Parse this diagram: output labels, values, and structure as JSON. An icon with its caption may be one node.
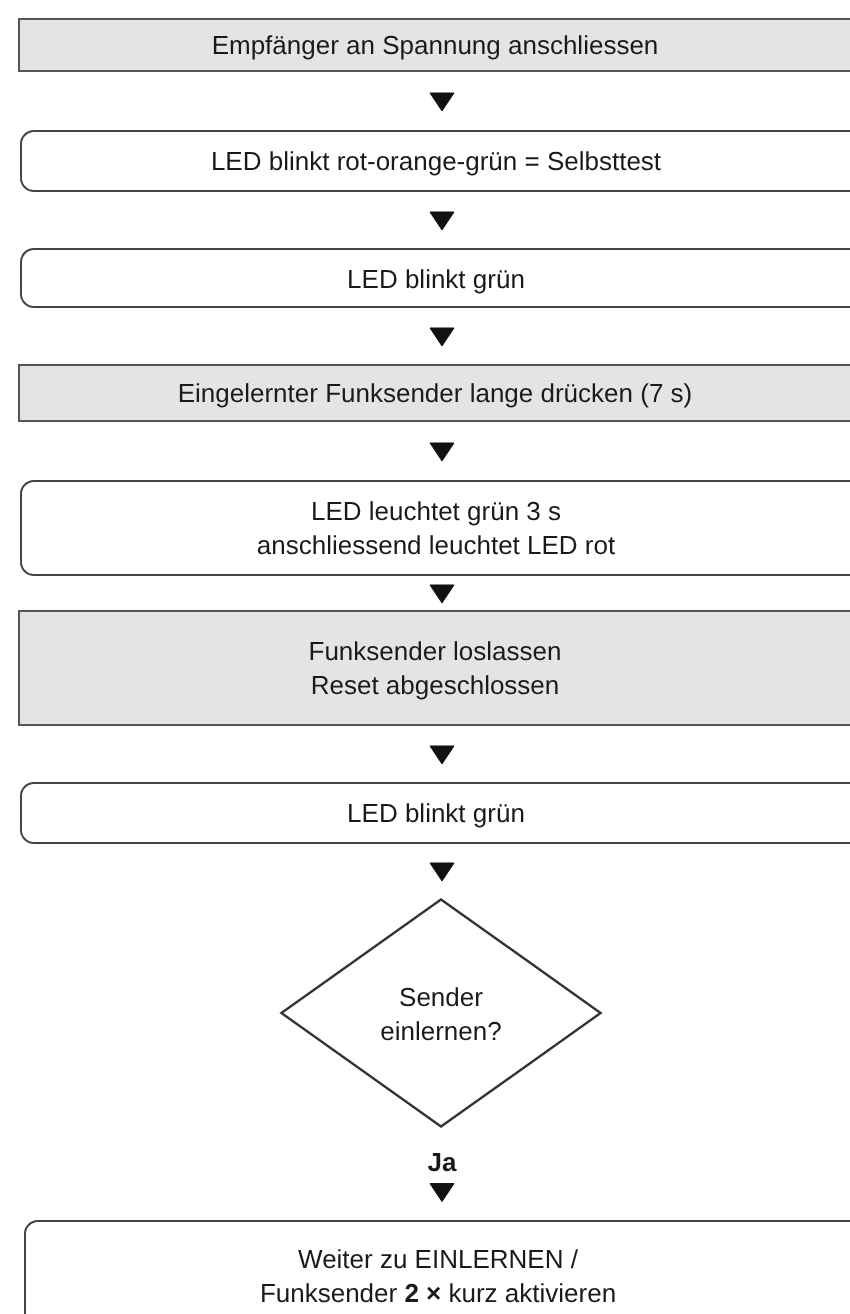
{
  "diagram": {
    "nodes": [
      {
        "text": [
          "Empfänger an Spannung anschliessen"
        ]
      },
      {
        "text": [
          "LED blinkt rot-orange-grün = Selbsttest"
        ]
      },
      {
        "text": [
          "LED blinkt grün"
        ]
      },
      {
        "text": [
          "Eingelernter Funksender lange drücken (7 s)"
        ]
      },
      {
        "text": [
          "LED leuchtet grün 3 s anschliessend leuchtet LED rot"
        ]
      },
      {
        "text": [
          "Funksender loslassen Reset abgeschlossen"
        ]
      },
      {
        "text": [
          "LED blinkt grün"
        ]
      },
      {
        "text": [
          "Sender einlernen?"
        ]
      },
      {
        "text": [
          "Weiter zu EINLERNEN / Funksender **2 ×** kurz aktivieren"
        ]
      }
    ],
    "edges": [
      {
        "from": 0,
        "to": 1,
        "arrow": "to"
      },
      {
        "from": 1,
        "to": 2,
        "arrow": "to"
      },
      {
        "from": 2,
        "to": 3,
        "arrow": "to"
      },
      {
        "from": 3,
        "to": 4,
        "arrow": "to"
      },
      {
        "from": 4,
        "to": 5,
        "arrow": "to"
      },
      {
        "from": 5,
        "to": 6,
        "arrow": "to"
      },
      {
        "from": 6,
        "to": 7,
        "arrow": "to"
      },
      {
        "from": 7,
        "to": 8,
        "label": "Ja",
        "arrow": "to"
      }
    ]
  }
}
